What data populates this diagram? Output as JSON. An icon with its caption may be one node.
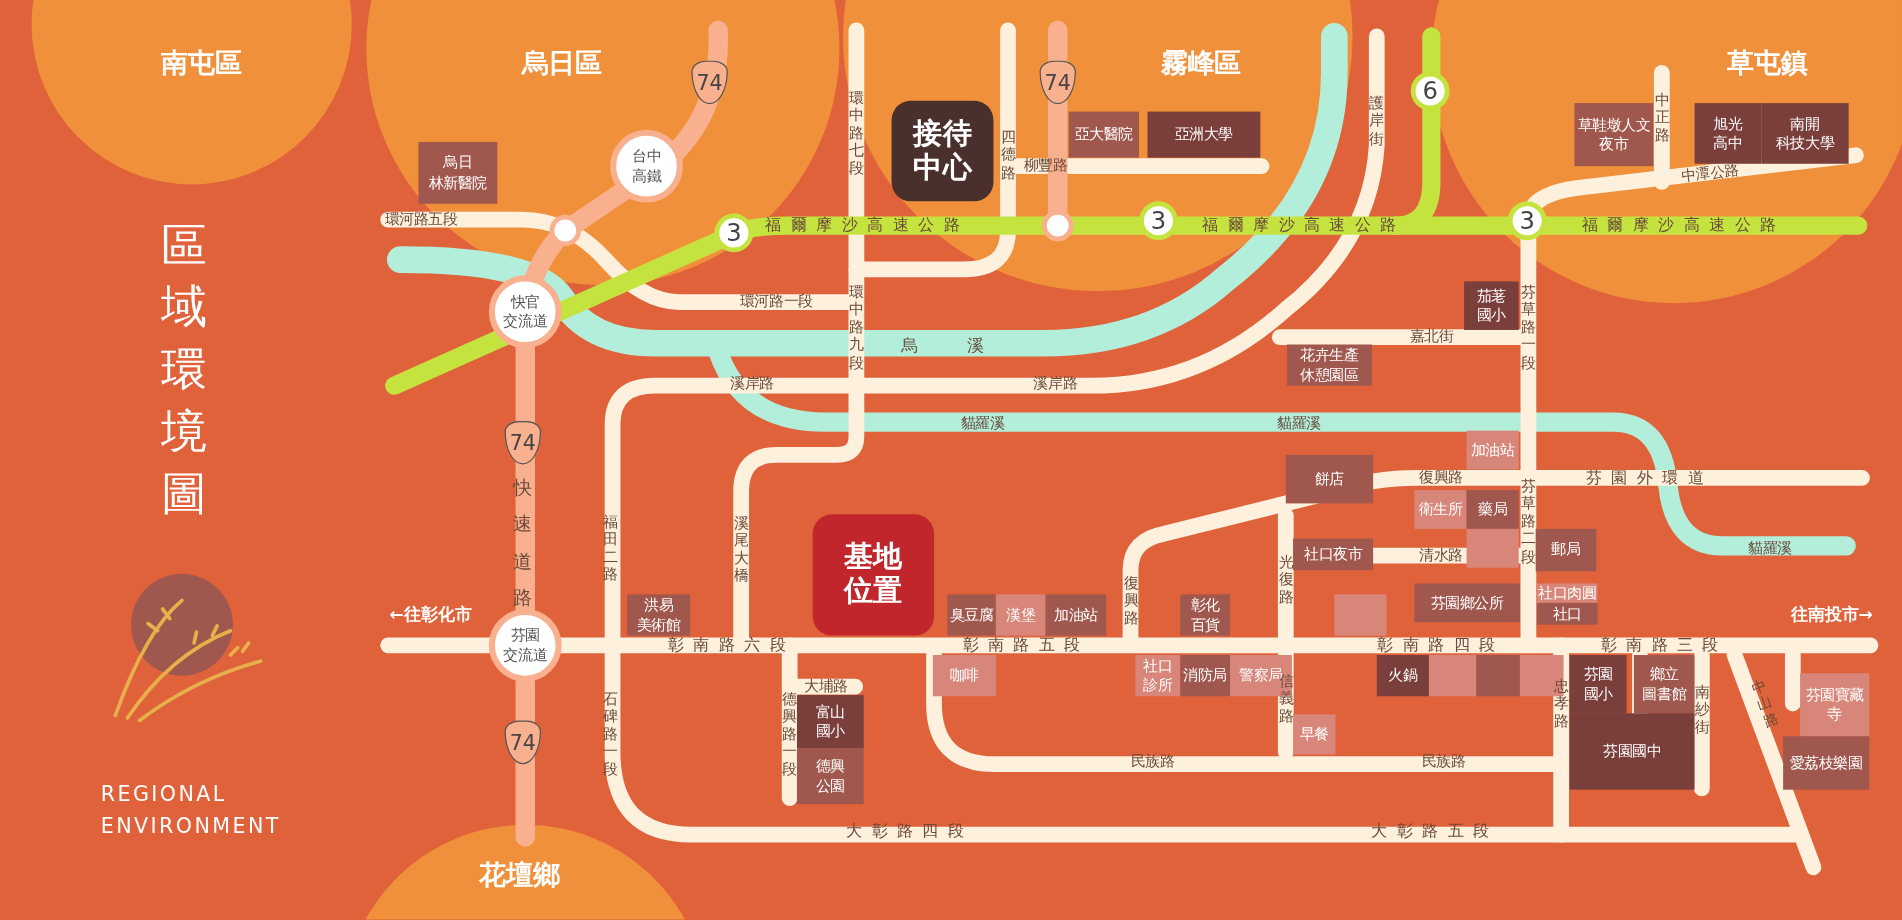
{
  "diagram": {
    "title": "區域環境圖",
    "nodes": [
      {
        "text": [
          "74"
        ]
      },
      {
        "text": [
          "74"
        ]
      },
      {
        "text": [
          "6"
        ]
      },
      {
        "text": [
          "亞大醫院"
        ]
      },
      {
        "text": [
          "亞洲大學"
        ]
      },
      {
        "text": [
          "草鞋墩人文夜市"
        ]
      },
      {
        "text": [
          "旭光高中"
        ]
      },
      {
        "text": [
          "南開科技大學"
        ]
      },
      {
        "text": [
          "接待中心"
        ]
      },
      {
        "text": [
          "烏日林新醫院"
        ]
      },
      {
        "text": [
          "台中高鐵"
        ]
      },
      {
        "text": [],
        "shape": "circle"
      },
      {
        "text": [],
        "shape": "circle"
      },
      {
        "text": [
          "3"
        ]
      },
      {
        "text": [
          "3"
        ]
      },
      {
        "text": [
          "3"
        ]
      },
      {
        "text": [
          "快官交流道"
        ]
      },
      {
        "text": [
          "茄荖國小"
        ]
      },
      {
        "text": [
          "花卉生產休憩園區"
        ]
      },
      {
        "text": [
          "74"
        ]
      },
      {
        "text": [
          "加油站"
        ]
      },
      {
        "text": [
          "餅店"
        ]
      },
      {
        "text": [
          "衛生所"
        ]
      },
      {
        "text": [
          "藥局"
        ]
      },
      {
        "text": [],
        "shape": "box"
      },
      {
        "text": [
          "郵局"
        ]
      },
      {
        "text": [
          "社口夜市"
        ]
      },
      {
        "text": [
          "基地位置"
        ]
      },
      {
        "text": [
          "芬園鄉公所"
        ]
      },
      {
        "text": [
          "社口肉圓"
        ]
      },
      {
        "text": [
          "社口"
        ]
      },
      {
        "text": [
          "洪易美術館"
        ]
      },
      {
        "text": [
          "臭豆腐"
        ]
      },
      {
        "text": [
          "漢堡"
        ]
      },
      {
        "text": [
          "加油站"
        ]
      },
      {
        "text": [
          "彰化百貨"
        ]
      },
      {
        "text": [],
        "shape": "box"
      },
      {
        "text": [
          "芬園交流道"
        ]
      },
      {
        "text": [
          "咖啡"
        ]
      },
      {
        "text": [
          "社口診所"
        ]
      },
      {
        "text": [
          "消防局"
        ]
      },
      {
        "text": [
          "警察局"
        ]
      },
      {
        "text": [
          "火鍋"
        ]
      },
      {
        "text": [],
        "shape": "box"
      },
      {
        "text": [],
        "shape": "box"
      },
      {
        "text": [],
        "shape": "box"
      },
      {
        "text": [
          "芬園國小"
        ]
      },
      {
        "text": [
          "鄉立圖書館"
        ]
      },
      {
        "text": [
          "芬園寶藏寺"
        ]
      },
      {
        "text": [
          "富山國小"
        ]
      },
      {
        "text": [
          "早餐"
        ]
      },
      {
        "text": [
          "芬園國中"
        ]
      },
      {
        "text": [
          "愛荔枝樂園"
        ]
      },
      {
        "text": [
          "德興公園"
        ]
      },
      {
        "text": [
          "74"
        ]
      }
    ],
    "labels": [
      "南屯區",
      "烏日區",
      "霧峰區",
      "草屯鎮",
      "REGIONAL ENVIRONMENT",
      "環中路七段",
      "四德路",
      "柳豐路",
      "護岸街",
      "中正路",
      "中潭公路",
      "環河路五段",
      "福爾摩沙高速公路",
      "福爾摩沙高速公路",
      "福爾摩沙高速公路",
      "環河路一段",
      "環中路九段",
      "烏溪",
      "嘉北街",
      "芬草路一段",
      "溪岸路",
      "溪岸路",
      "貓羅溪",
      "貓羅溪",
      "快速道路",
      "復興路",
      "芬園外環道",
      "芬草路二段",
      "貓羅溪",
      "福田二路",
      "溪尾大橋",
      "清水路",
      "光復路",
      "復興路",
      "←往彰化市",
      "往南投市→",
      "彰南路六段",
      "彰南路五段",
      "彰南路四段",
      "彰南路三段",
      "大埔路",
      "石碑路一段",
      "德興路一段",
      "信義路",
      "忠孝路",
      "南紗街",
      "中山路",
      "民族路",
      "民族路",
      "大彰路四段",
      "大彰路五段",
      "花壇鄉"
    ]
  }
}
